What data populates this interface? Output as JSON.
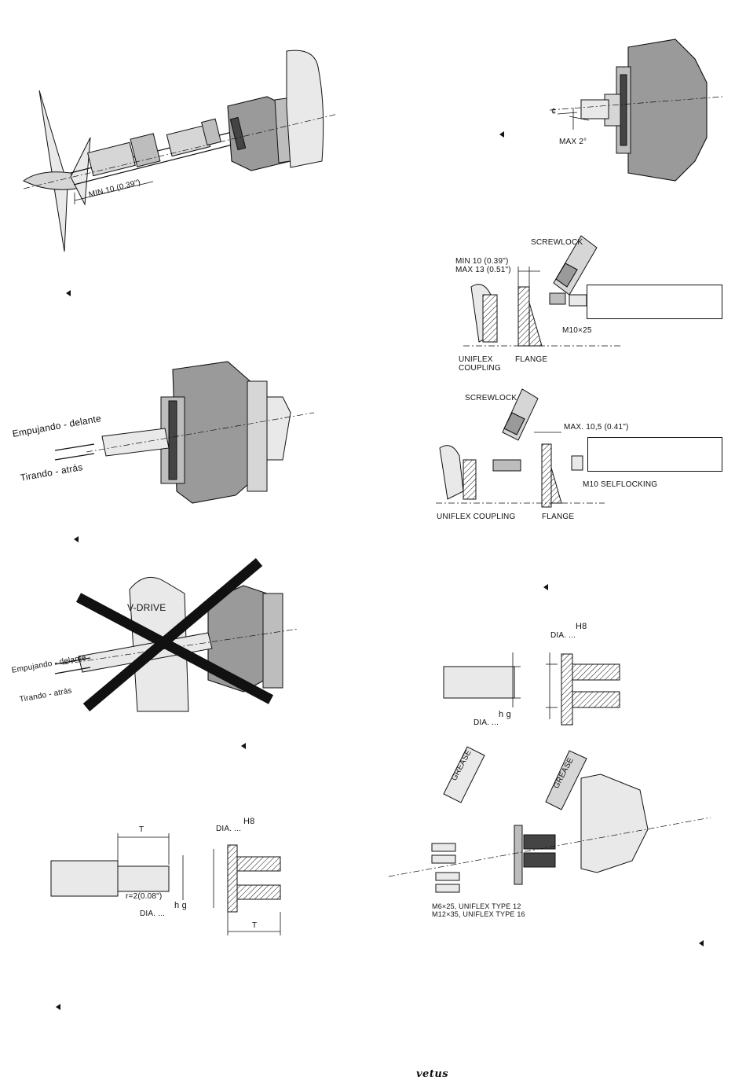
{
  "fig1": {
    "min_label": "MIN.10 (0.39\")"
  },
  "fig2": {
    "c_symbol": "¢",
    "max_label": "MAX 2°"
  },
  "fig3": {
    "screwlock": "SCREWLOCK",
    "min_label": "MIN 10 (0.39\")",
    "max_label": "MAX 13 (0.51\")",
    "bolt": "M10×25",
    "coupling": "UNIFLEX COUPLING",
    "flange": "FLANGE"
  },
  "fig4": {
    "pushing": "Empujando - delante",
    "pulling": "Tirando - atrás"
  },
  "fig5": {
    "screwlock": "SCREWLOCK",
    "max_label": "MAX. 10,5 (0.41\")",
    "nut": "M10 SELFLOCKING",
    "coupling": "UNIFLEX COUPLING",
    "flange": "FLANGE"
  },
  "fig6": {
    "vdrive": "V-DRIVE",
    "pushing": "Empujando - delante",
    "pulling": "Tirando - atrás"
  },
  "fig7": {
    "dia_bore": "DIA. ...",
    "tol_bore": "H8",
    "dia_shaft": "DIA. ...",
    "tol_shaft": "h g"
  },
  "fig8": {
    "t_shaft": "T",
    "radius": "r=2(0.08\")",
    "dia_shaft": "DIA. ...",
    "tol_shaft": "h g",
    "dia_bore": "DIA. ...",
    "tol_bore": "H8",
    "t_bore": "T"
  },
  "fig9": {
    "grease": "GREASE",
    "spec1": "M6×25, UNIFLEX TYPE 12",
    "spec2": "M12×35, UNIFLEX TYPE 16"
  },
  "footer": {
    "logo": "vetus"
  }
}
